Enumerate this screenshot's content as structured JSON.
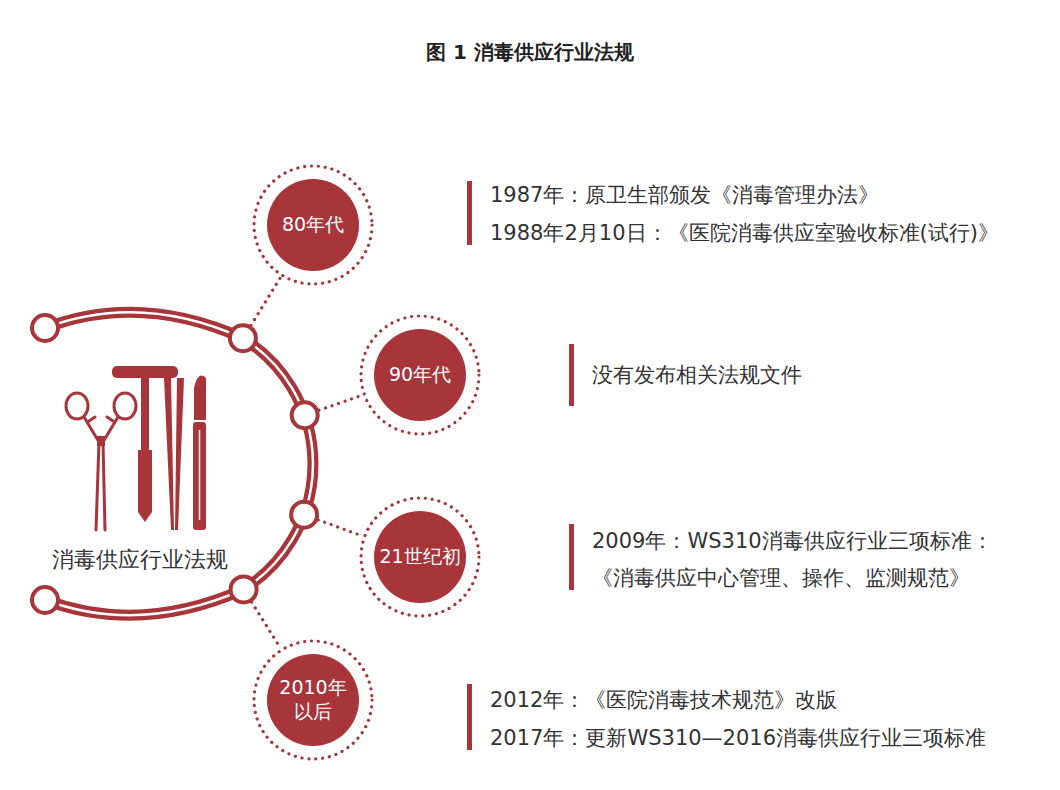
{
  "diagram": {
    "title": "图 1 消毒供应行业法规",
    "nodes": [
      {
        "text": [
          "消毒供应行业法规"
        ]
      },
      {
        "text": [
          "80年代"
        ]
      },
      {
        "text": [
          "90年代"
        ]
      },
      {
        "text": [
          "21世纪初"
        ]
      },
      {
        "text": [
          "2010年 以后"
        ]
      }
    ],
    "edges": [
      {
        "from": 0,
        "to": 1,
        "arrow": "none"
      },
      {
        "from": 0,
        "to": 2,
        "arrow": "none"
      },
      {
        "from": 0,
        "to": 3,
        "arrow": "none"
      },
      {
        "from": 0,
        "to": 4,
        "arrow": "none"
      }
    ],
    "labels": [
      "1987年：原卫生部颁发《消毒管理办法》",
      "1988年2月10日：《医院消毒供应室验收标准(试行)》",
      "没有发布相关法规文件",
      "2009年：WS310消毒供应行业三项标准：",
      "《消毒供应中心管理、操作、监测规范》",
      "2012年：《医院消毒技术规范》改版",
      "2017年：更新WS310—2016消毒供应行业三项标准"
    ]
  }
}
